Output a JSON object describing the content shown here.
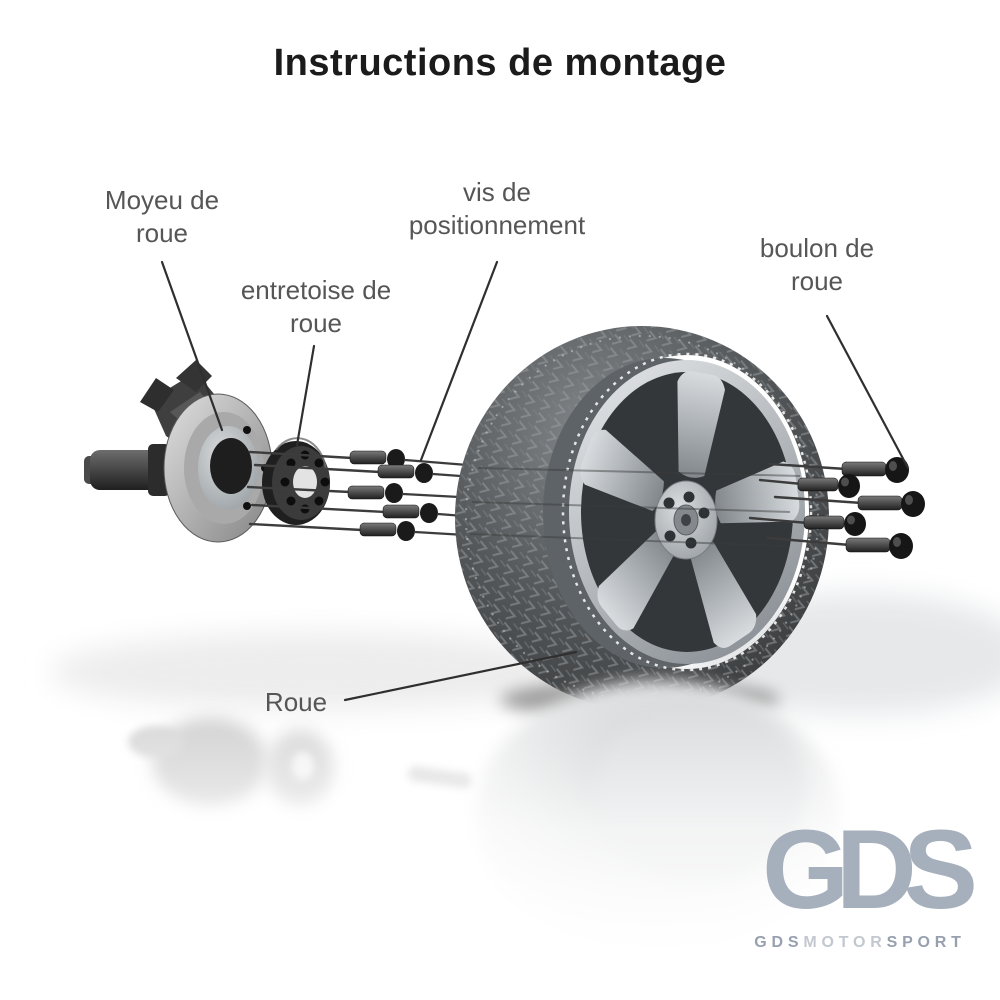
{
  "title": "Instructions de montage",
  "labels": {
    "hub": "Moyeu de roue",
    "spacer": "entretoise de roue",
    "positioning_screws": "vis de positionnement",
    "wheel_bolt": "boulon de roue",
    "wheel": "Roue"
  },
  "logo": {
    "monogram": "GDS",
    "wordmark": [
      "GDS",
      "MOTOR",
      "SPORT"
    ]
  },
  "colors": {
    "background": "#ffffff",
    "title_text": "#1b1b1b",
    "label_text": "#565656",
    "leader_line": "#2f2f2f",
    "logo_monogram": "#a6afbc",
    "logo_wordmark_dark": "#97a0ae",
    "logo_wordmark_light": "#c3c8d0"
  }
}
